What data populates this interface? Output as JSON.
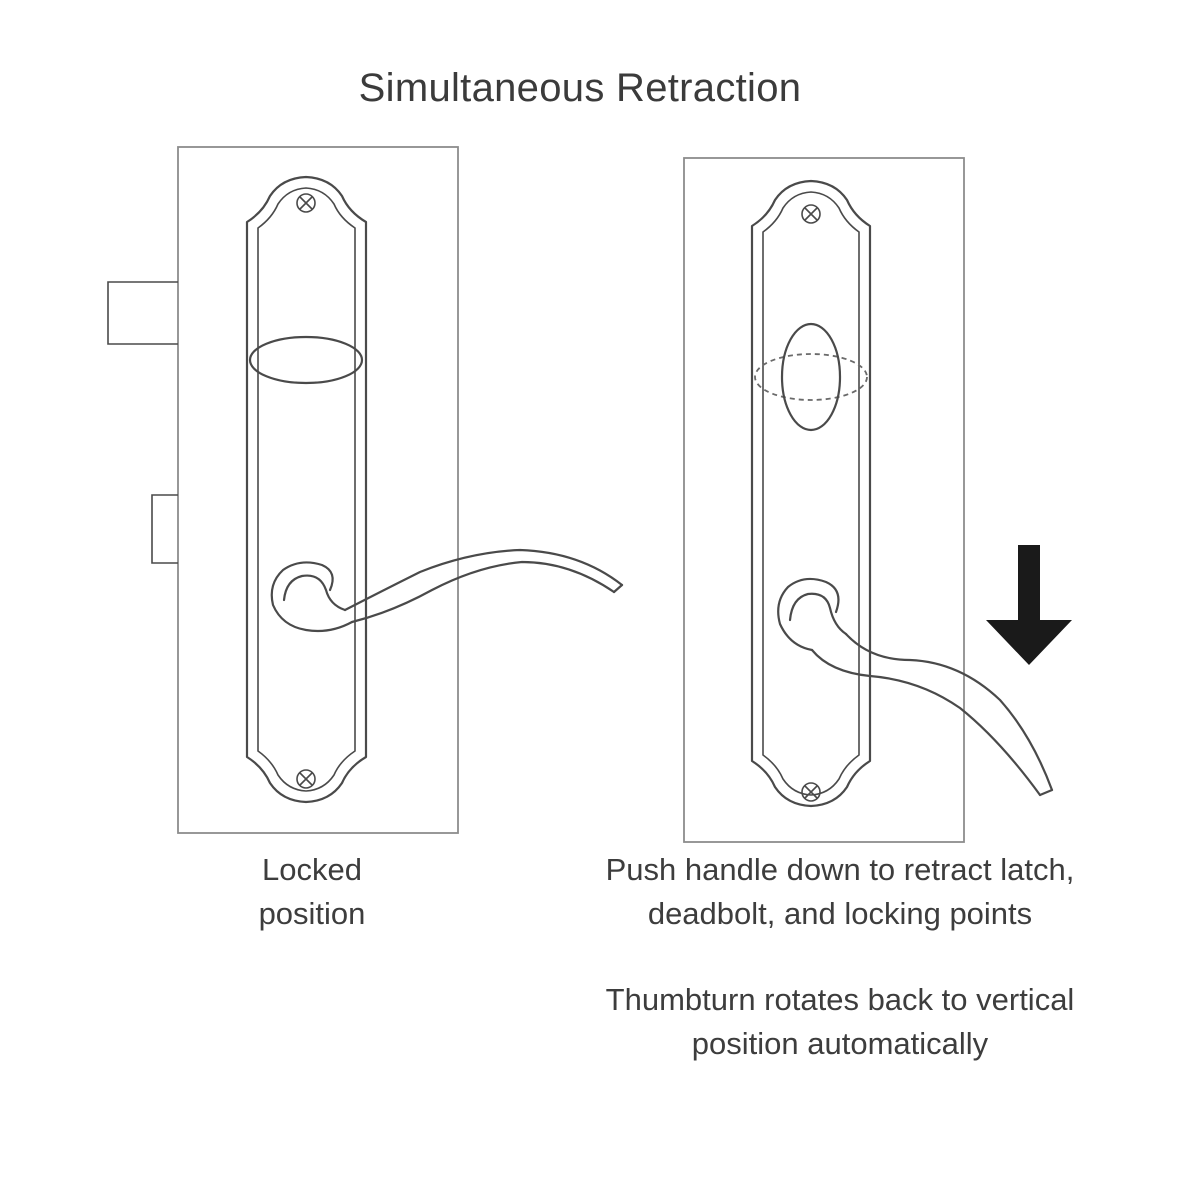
{
  "title": "Simultaneous Retraction",
  "locked_caption": [
    "Locked",
    "position"
  ],
  "push_caption": [
    "Push handle down to retract latch,",
    "deadbolt, and locking points"
  ],
  "thumbturn_caption": [
    "Thumbturn rotates back to vertical",
    "position automatically"
  ],
  "colors": {
    "line": "#4a4a4a",
    "frame": "#8c8c8c",
    "arrow": "#1a1a1a",
    "text": "#3a3a3a"
  },
  "icons": {
    "arrow": "down-arrow-icon"
  }
}
